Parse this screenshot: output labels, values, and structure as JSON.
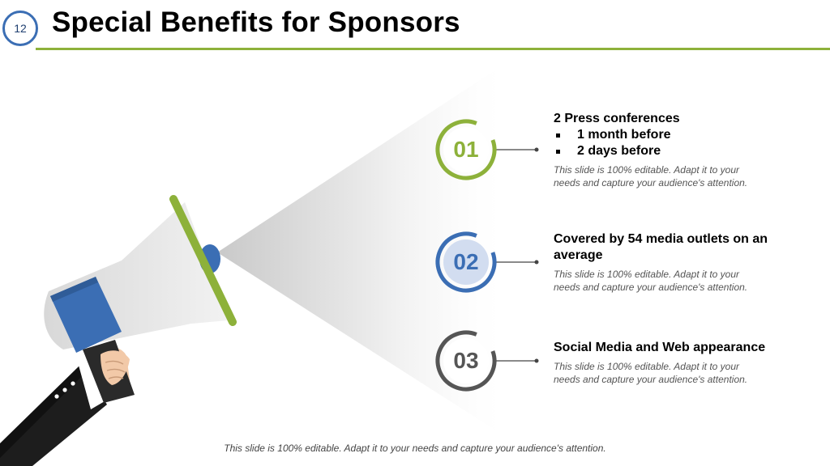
{
  "slide": {
    "number": "12",
    "title": "Special Benefits for Sponsors",
    "footer": "This slide is 100% editable. Adapt it to your needs and capture your audience's attention."
  },
  "items": [
    {
      "badge": "01",
      "title": "2 Press conferences",
      "bullets": [
        "1 month before",
        "2 days before"
      ],
      "desc": "This slide is 100% editable. Adapt it to your needs and capture your audience's attention."
    },
    {
      "badge": "02",
      "title": "Covered by 54 media outlets on an average",
      "desc": "This slide is 100% editable. Adapt it to your needs and capture your audience's attention."
    },
    {
      "badge": "03",
      "title": "Social Media and Web appearance",
      "desc": "This slide is 100% editable. Adapt it to your needs and capture your audience's attention."
    }
  ],
  "colors": {
    "accent_green": "#8db13a",
    "accent_blue": "#3b6eb4",
    "accent_gray": "#555555",
    "badge_two_fill": "#d2ddf0"
  },
  "icons": [
    "megaphone-icon",
    "hand-icon"
  ]
}
